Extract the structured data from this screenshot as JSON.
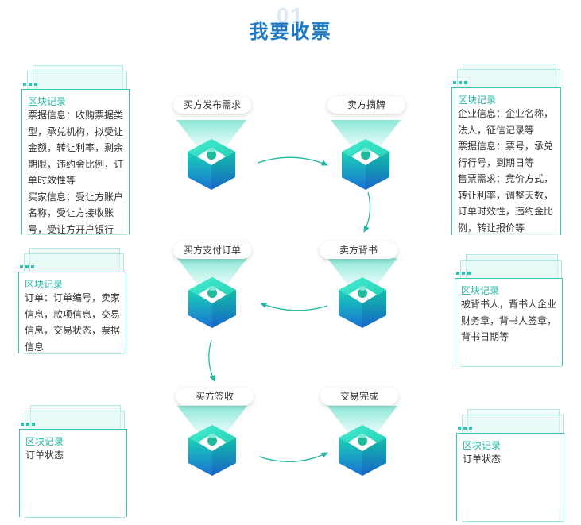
{
  "page": {
    "title": "我要收票",
    "title_number": "01"
  },
  "steps": [
    {
      "label": "买方发布需求"
    },
    {
      "label": "卖方摘牌"
    },
    {
      "label": "买方支付订单"
    },
    {
      "label": "卖方背书"
    },
    {
      "label": "买方签收"
    },
    {
      "label": "交易完成"
    }
  ],
  "panels": [
    {
      "title": "区块记录",
      "lines": [
        "票据信息：收购票据类",
        "型，承兑机构，拟受让",
        "金额，转让利率，剩余",
        "期限，违约金比例，订",
        "单时效性等",
        "买家信息：受让方账户",
        "名称，受让方接收账",
        "号，受让方开户银行"
      ]
    },
    {
      "title": "区块记录",
      "lines": [
        "企业信息：企业名称，",
        "法人，征信记录等",
        "票据信息：票号，承兑",
        "行行号，到期日等",
        "售票需求：竞价方式，",
        "转让利率，调整天数，",
        "订单时效性，违约金比",
        "例，转让报价等"
      ]
    },
    {
      "title": "区块记录",
      "lines": [
        "订单：订单编号，卖家",
        "信息，款项信息，交易",
        "信息，交易状态，票据",
        "信息"
      ]
    },
    {
      "title": "区块记录",
      "lines": [
        "被背书人，背书人企业",
        "财务章，背书人签章，",
        "背书日期等"
      ]
    },
    {
      "title": "区块记录",
      "lines": [
        "订单状态"
      ]
    },
    {
      "title": "区块记录",
      "lines": [
        "订单状态"
      ]
    }
  ],
  "colors": {
    "accent": "#1d78c6",
    "teal": "#2fc4b0",
    "cube_top": "#1ee0b8",
    "cube_bottom": "#1873d8"
  }
}
